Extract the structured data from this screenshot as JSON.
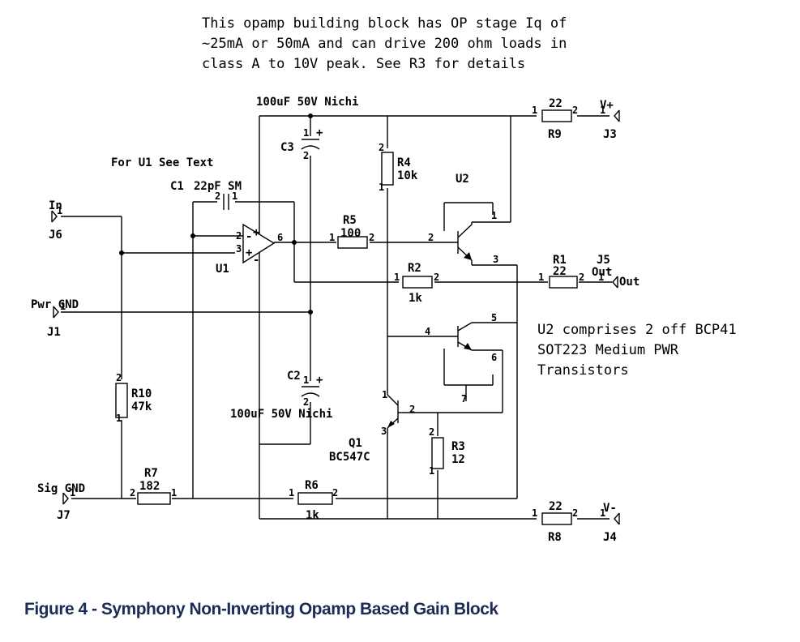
{
  "notes": {
    "header": [
      "This opamp building block has OP stage Iq of",
      "~25mA or 50mA and can drive 200 ohm loads in",
      "class A to 10V peak. See R3 for details"
    ],
    "u2": [
      "U2 comprises 2 off BCP41",
      "SOT223 Medium PWR",
      "Transistors"
    ],
    "u1_text": "For U1 See Text"
  },
  "caption": "Figure 4  - Symphony Non-Inverting Opamp Based Gain Block",
  "components": {
    "C3": {
      "ref": "C3",
      "value": "100uF 50V Nichi"
    },
    "C2": {
      "ref": "C2",
      "value": "100uF 50V Nichi"
    },
    "C1": {
      "ref": "C1",
      "value": "22pF SM"
    },
    "U1": {
      "ref": "U1"
    },
    "U2": {
      "ref": "U2"
    },
    "R1": {
      "ref": "R1",
      "value": "22"
    },
    "R2": {
      "ref": "R2",
      "value": "1k"
    },
    "R3": {
      "ref": "R3",
      "value": "12"
    },
    "R4": {
      "ref": "R4",
      "value": "10k"
    },
    "R5": {
      "ref": "R5",
      "value": "100"
    },
    "R6": {
      "ref": "R6",
      "value": "1k"
    },
    "R7": {
      "ref": "R7",
      "value": "182"
    },
    "R8": {
      "ref": "R8",
      "value": "22"
    },
    "R9": {
      "ref": "R9",
      "value": "22"
    },
    "R10": {
      "ref": "R10",
      "value": "47k"
    },
    "Q1": {
      "ref": "Q1",
      "value": "BC547C"
    }
  },
  "connectors": {
    "J3": {
      "ref": "J3",
      "net": "V+"
    },
    "J4": {
      "ref": "J4",
      "net": "V-"
    },
    "J5": {
      "ref": "J5",
      "net": "Out",
      "net2": "Out"
    },
    "J6": {
      "ref": "J6",
      "net": "In"
    },
    "J1": {
      "ref": "J1",
      "net": "Pwr GND"
    },
    "J7": {
      "ref": "J7",
      "net": "Sig GND"
    }
  },
  "pins": {
    "one": "1",
    "two": "2",
    "three": "3",
    "four": "4",
    "five": "5",
    "six": "6",
    "seven": "7",
    "plus": "+",
    "minus": "-"
  }
}
